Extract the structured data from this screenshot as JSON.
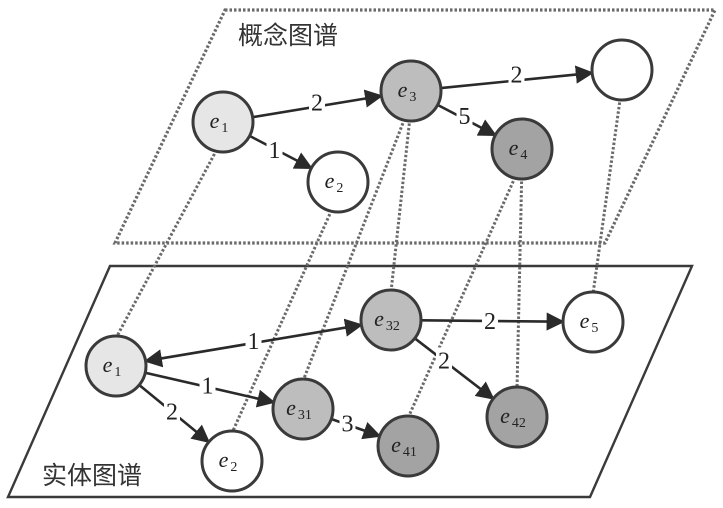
{
  "planes": {
    "concept": {
      "label": "概念图谱",
      "style": "dashed"
    },
    "entity": {
      "label": "实体图谱",
      "style": "solid"
    }
  },
  "colors": {
    "fill_light": "#e6e6e6",
    "fill_mid": "#bdbdbd",
    "fill_dark": "#a3a3a3",
    "fill_white": "#ffffff",
    "stroke": "#3a3a3a",
    "dotted": "#6a6a6a"
  },
  "concept_nodes": [
    {
      "id": "c_e1",
      "base": "e",
      "sub": "1",
      "shade": "light"
    },
    {
      "id": "c_e2",
      "base": "e",
      "sub": "2",
      "shade": "white"
    },
    {
      "id": "c_e3",
      "base": "e",
      "sub": "3",
      "shade": "mid"
    },
    {
      "id": "c_e4",
      "base": "e",
      "sub": "4",
      "shade": "dark"
    },
    {
      "id": "c_empty",
      "base": "",
      "sub": "",
      "shade": "white"
    }
  ],
  "concept_edges": [
    {
      "from": "c_e1",
      "to": "c_e3",
      "weight": "2"
    },
    {
      "from": "c_e1",
      "to": "c_e2",
      "weight": "1"
    },
    {
      "from": "c_e3",
      "to": "c_empty",
      "weight": "2"
    },
    {
      "from": "c_e3",
      "to": "c_e4",
      "weight": "5"
    }
  ],
  "entity_nodes": [
    {
      "id": "i_e1",
      "base": "e",
      "sub": "1",
      "shade": "light"
    },
    {
      "id": "i_e2",
      "base": "e",
      "sub": "2",
      "shade": "white"
    },
    {
      "id": "i_e31",
      "base": "e",
      "sub": "31",
      "shade": "mid"
    },
    {
      "id": "i_e32",
      "base": "e",
      "sub": "32",
      "shade": "mid"
    },
    {
      "id": "i_e5",
      "base": "e",
      "sub": "5",
      "shade": "white"
    },
    {
      "id": "i_e41",
      "base": "e",
      "sub": "41",
      "shade": "dark"
    },
    {
      "id": "i_e42",
      "base": "e",
      "sub": "42",
      "shade": "dark"
    }
  ],
  "entity_edges": [
    {
      "from": "i_e32",
      "to": "i_e1",
      "weight": "1",
      "bidirectional": true
    },
    {
      "from": "i_e1",
      "to": "i_e31",
      "weight": "1"
    },
    {
      "from": "i_e1",
      "to": "i_e2",
      "weight": "2"
    },
    {
      "from": "i_e31",
      "to": "i_e41",
      "weight": "3"
    },
    {
      "from": "i_e32",
      "to": "i_e5",
      "weight": "2"
    },
    {
      "from": "i_e32",
      "to": "i_e42",
      "weight": "2"
    }
  ],
  "mappings": [
    {
      "from": "c_e1",
      "to": "i_e1"
    },
    {
      "from": "c_e2",
      "to": "i_e2"
    },
    {
      "from": "c_e3",
      "to": "i_e31"
    },
    {
      "from": "c_e3",
      "to": "i_e32"
    },
    {
      "from": "c_e4",
      "to": "i_e41"
    },
    {
      "from": "c_e4",
      "to": "i_e42"
    },
    {
      "from": "c_empty",
      "to": "i_e5"
    }
  ]
}
